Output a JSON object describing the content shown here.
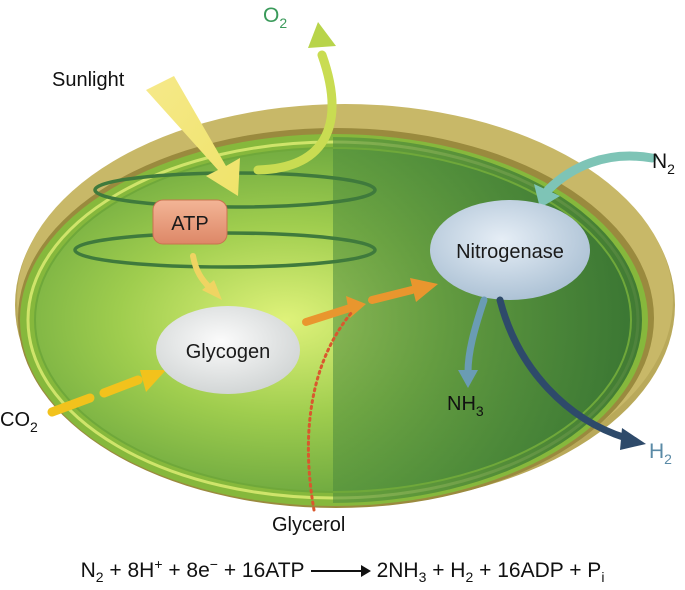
{
  "labels": {
    "o2": "O",
    "o2_sub": "2",
    "sunlight": "Sunlight",
    "atp": "ATP",
    "glycogen": "Glycogen",
    "nitrogenase": "Nitrogenase",
    "n2": "N",
    "n2_sub": "2",
    "nh3": "NH",
    "nh3_sub": "3",
    "h2": "H",
    "h2_sub": "2",
    "co2": "CO",
    "co2_sub": "2",
    "glycerol": "Glycerol"
  },
  "equation": {
    "n": "N",
    "n_sub": "2",
    "t1": " + 8H",
    "t1_sup": "+",
    "t2": " + 8e",
    "t2_sup": "−",
    "t3": " + 16ATP",
    "p1": "2NH",
    "p1_sub": "3",
    "p2": " + H",
    "p2_sub": "2",
    "p3": " + 16ADP + P",
    "p3_sub": "i"
  },
  "colors": {
    "outer_wall": "#a89a48",
    "membrane": "#8fbe3e",
    "cytoplasm_light": "#d9ee6a",
    "cytoplasm_dark": "#3e7a3a",
    "thylakoid": "#3f7a3c",
    "atp_box": "#e89a78",
    "orange_arrow": "#e9962e",
    "yellow_arrow": "#f2c21c",
    "teal_arrow": "#7ec4b6",
    "blue_arrow": "#6a9cb4",
    "navy_arrow": "#2e4a6a",
    "o2_text": "#3a9a5a",
    "h2_text": "#5a8aa6",
    "glycerol_dots": "#d9582e"
  }
}
